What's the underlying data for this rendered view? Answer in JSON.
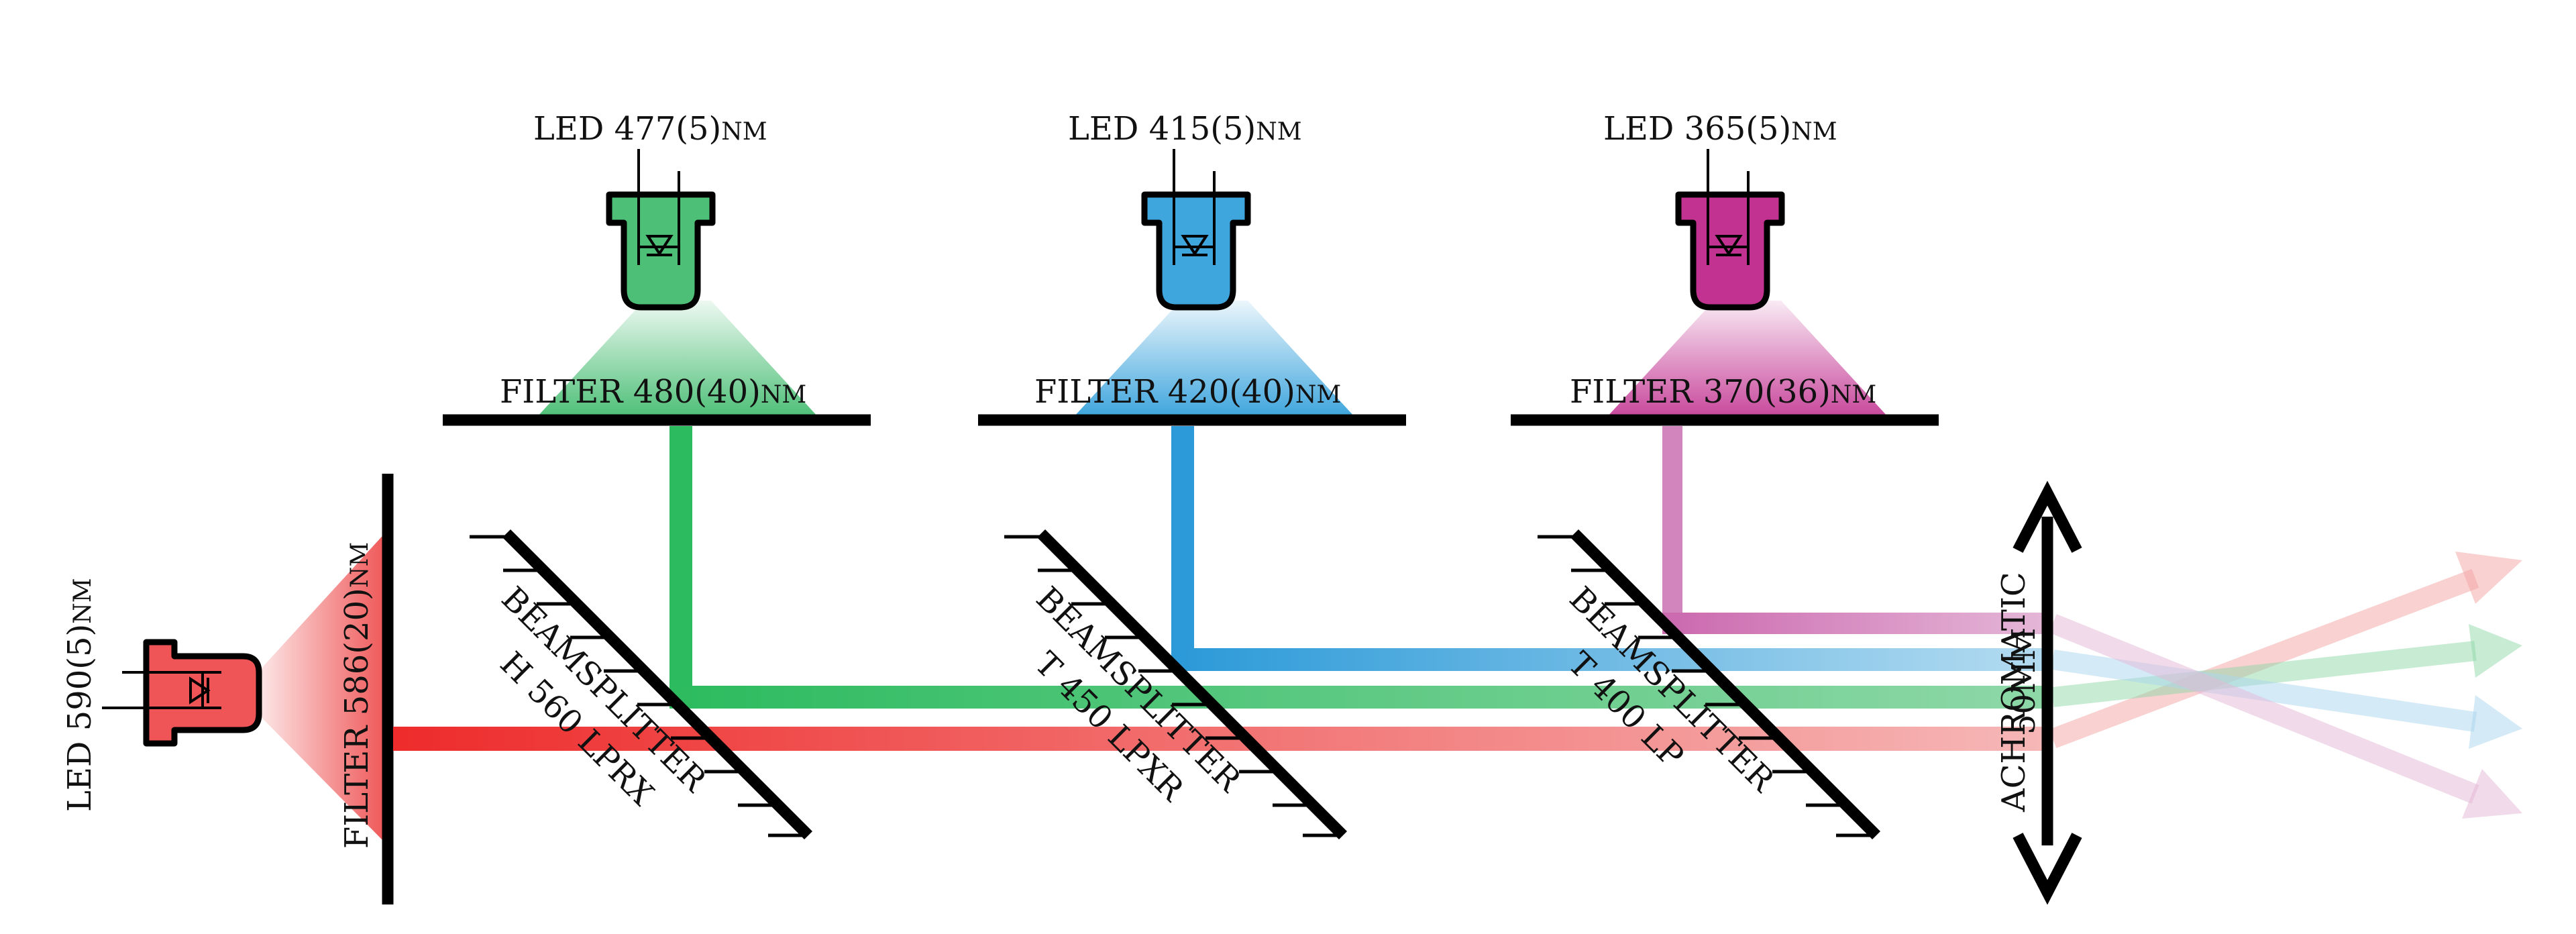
{
  "colors": {
    "red": "#ee3b3b",
    "green": "#2dbb5f",
    "blue": "#2c9ad8",
    "magenta": "#c2338f",
    "red_led": "#ef5556",
    "green_led": "#4dbf77",
    "blue_led": "#3ea5dd",
    "magenta_led": "#c23391",
    "black": "#000000"
  },
  "leds": {
    "red": {
      "word": "LED",
      "value": "590(5)",
      "unit": "NM"
    },
    "green": {
      "word": "LED",
      "value": "477(5)",
      "unit": "NM"
    },
    "blue": {
      "word": "LED",
      "value": "415(5)",
      "unit": "NM"
    },
    "magenta": {
      "word": "LED",
      "value": "365(5)",
      "unit": "NM"
    }
  },
  "filters": {
    "red": {
      "word": "FILTER",
      "value": "586(20)",
      "unit": "NM"
    },
    "green": {
      "word": "FILTER",
      "value": "480(40)",
      "unit": "NM"
    },
    "blue": {
      "word": "FILTER",
      "value": "420(40)",
      "unit": "NM"
    },
    "magenta": {
      "word": "FILTER",
      "value": "370(36)",
      "unit": "NM"
    }
  },
  "beamsplitters": {
    "one": {
      "line1": "BEAMSPLITTER",
      "line2": "H 560 LPRX"
    },
    "two": {
      "line1": "BEAMSPLITTER",
      "line2": "T 450 LPXR"
    },
    "three": {
      "line1": "BEAMSPLITTER",
      "line2": "T 400 LP"
    }
  },
  "lens": {
    "line1": "ACHROMATIC",
    "line2": "50MM"
  },
  "icons": [
    "led-diode-icon",
    "double-arrow-lens-icon",
    "output-arrow-icon"
  ]
}
